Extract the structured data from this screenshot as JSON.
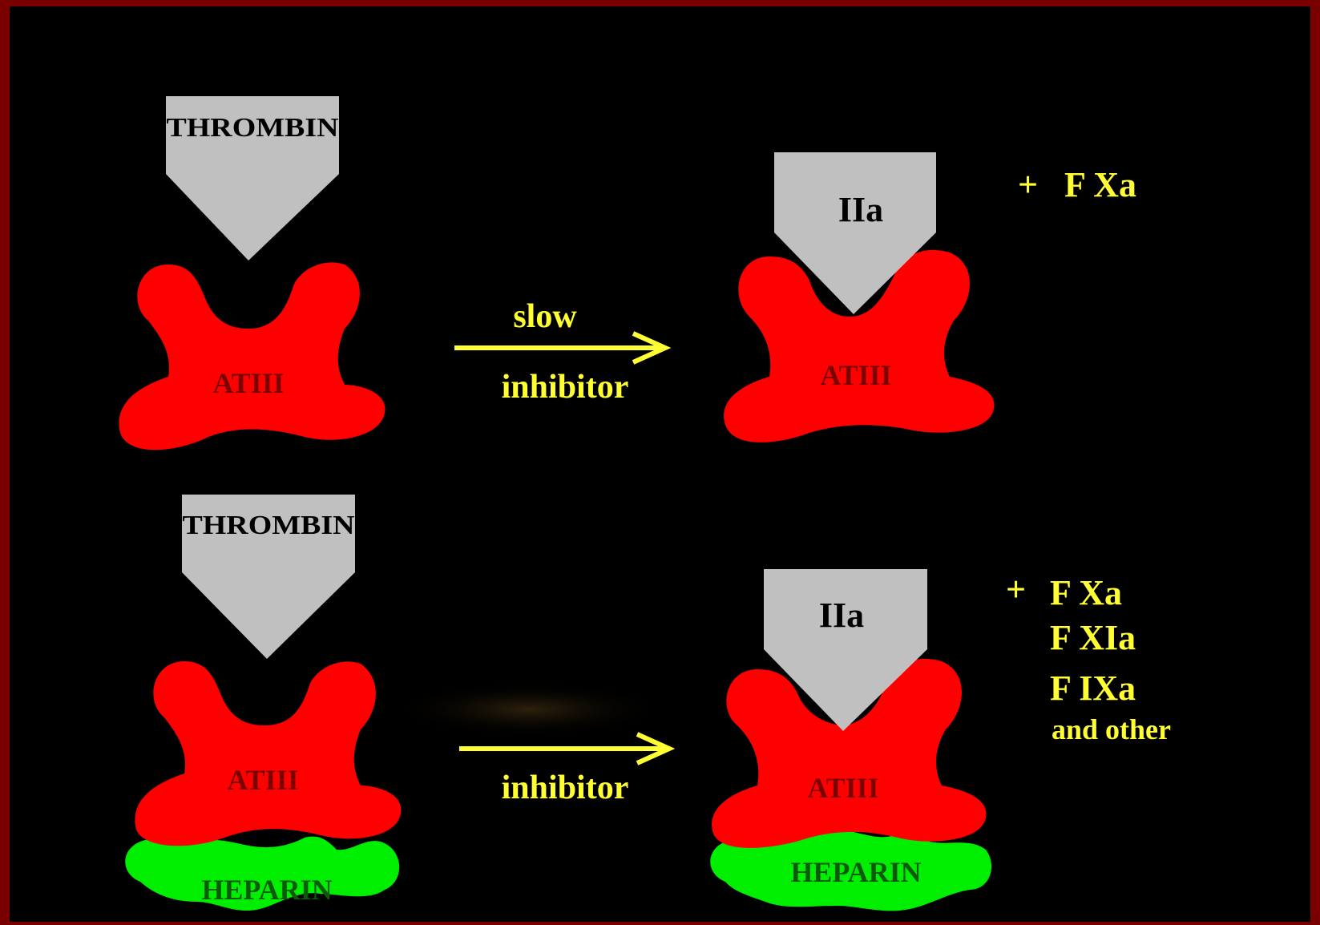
{
  "colors": {
    "background": "#000000",
    "frame": "#7a0000",
    "thrombin": "#c0c0c0",
    "atiii": "#ff0000",
    "heparin": "#00ee00",
    "annotation": "#ffff33"
  },
  "panel_top": {
    "left": {
      "thrombin_label": "THROMBIN",
      "atiii_label": "ATIII"
    },
    "arrow": {
      "above_label": "slow",
      "below_label": "inhibitor"
    },
    "right": {
      "enzyme_label": "IIa",
      "atiii_label": "ATIII"
    },
    "extras": {
      "plus": "+",
      "factor": "F Xa"
    }
  },
  "panel_bottom": {
    "left": {
      "thrombin_label": "THROMBIN",
      "atiii_label": "ATIII",
      "heparin_label": "HEPARIN"
    },
    "arrow": {
      "below_label": "inhibitor"
    },
    "right": {
      "enzyme_label": "IIa",
      "atiii_label": "ATIII",
      "heparin_label": "HEPARIN"
    },
    "extras": {
      "plus": "+",
      "factors": [
        "F Xa",
        "F XIa",
        "F IXa"
      ],
      "note": "and other"
    }
  }
}
